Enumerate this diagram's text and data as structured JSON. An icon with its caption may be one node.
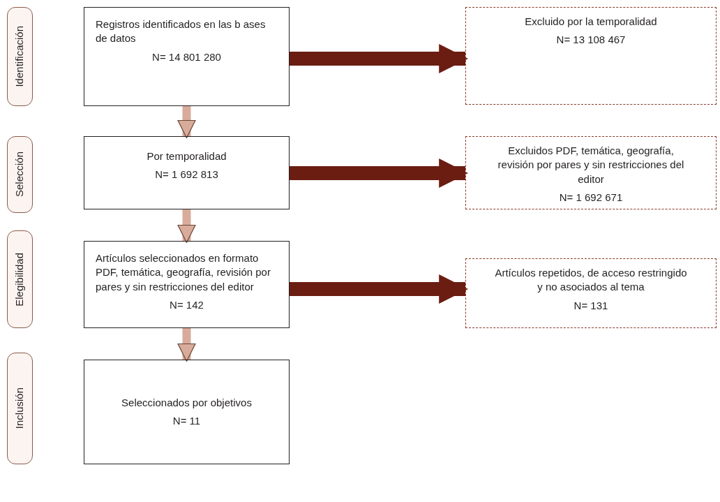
{
  "diagram": {
    "nodes": [
      {
        "text": [
          "Identificación"
        ]
      },
      {
        "text": [
          "Registros identificados en las b ases de datos",
          "N= 14 801 280"
        ]
      },
      {
        "text": [
          "Excluido por la temporalidad",
          "N= 13 108 467"
        ]
      },
      {
        "text": [
          "Selección"
        ]
      },
      {
        "text": [
          "Por temporalidad",
          "N= 1 692 813"
        ]
      },
      {
        "text": [
          "Excluidos PDF, temática, geografía, revisión por pares y sin restricciones del editor",
          "N= 1 692 671"
        ]
      },
      {
        "text": [
          "Elegibilidad"
        ]
      },
      {
        "text": [
          "Artículos seleccionados en formato PDF, temática, geografía, revisión por pares y sin restricciones del editor",
          "N= 142"
        ]
      },
      {
        "text": [
          "Artículos repetidos, de acceso restringido y no asociados al tema",
          "N= 131"
        ]
      },
      {
        "text": [
          "Inclusión"
        ]
      },
      {
        "text": [
          "Seleccionados por objetivos",
          "N= 11"
        ]
      }
    ],
    "edges": [
      {
        "from": 1,
        "to": 2,
        "arrow": "to",
        "color": "#6b1d12"
      },
      {
        "from": 1,
        "to": 4,
        "arrow": "to",
        "color": "#d8ab9b"
      },
      {
        "from": 4,
        "to": 5,
        "arrow": "to",
        "color": "#6b1d12"
      },
      {
        "from": 4,
        "to": 7,
        "arrow": "to",
        "color": "#d8ab9b"
      },
      {
        "from": 7,
        "to": 8,
        "arrow": "to",
        "color": "#6b1d12"
      },
      {
        "from": 7,
        "to": 10,
        "arrow": "to",
        "color": "#d8ab9b"
      }
    ]
  }
}
